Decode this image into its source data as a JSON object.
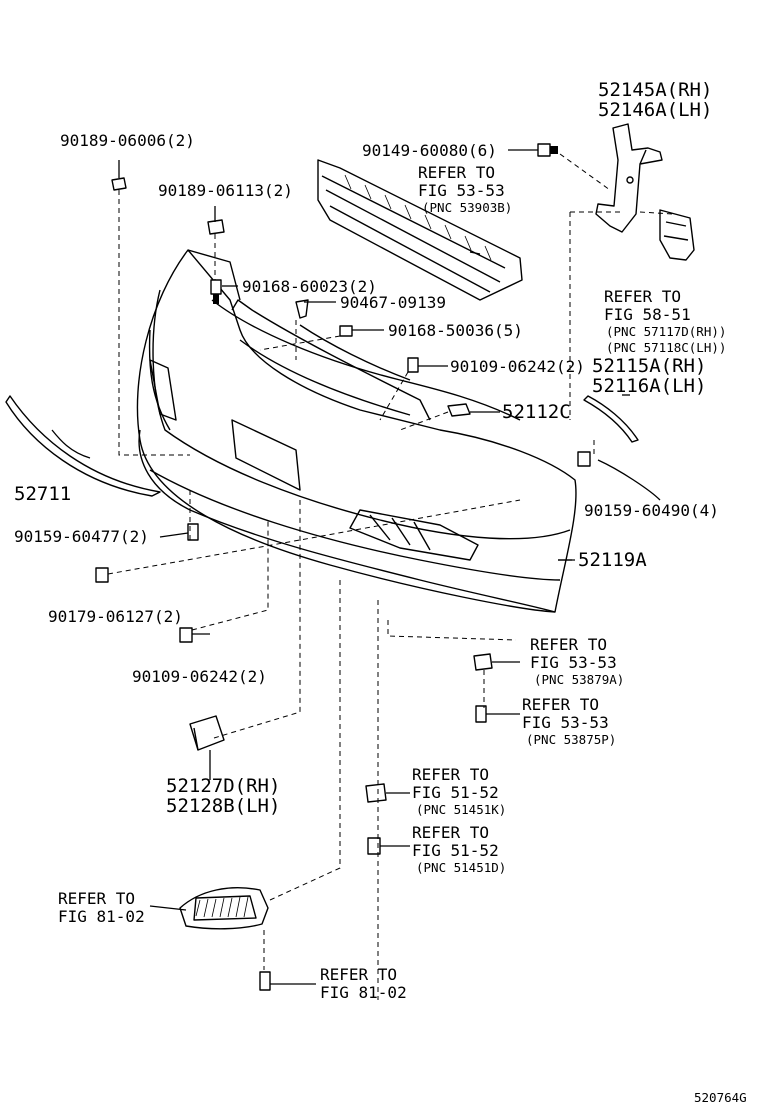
{
  "labels": {
    "p52145a": "52145A(RH)",
    "p52146a": "52146A(LH)",
    "p90149": "90149-60080(6)",
    "p90189_06006": "90189-06006(2)",
    "ref5353a_1": "REFER TO",
    "ref5353a_2": "FIG 53-53",
    "ref5353a_3": "(PNC 53903B)",
    "p90189_06113": "90189-06113(2)",
    "p90168_60023": "90168-60023(2)",
    "p90467": "90467-09139",
    "p90168_50036": "90168-50036(5)",
    "ref5851_1": "REFER TO",
    "ref5851_2": "FIG 58-51",
    "ref5851_3": "(PNC 57117D(RH))",
    "ref5851_4": "(PNC 57118C(LH))",
    "p90109_a": "90109-06242(2)",
    "p52115a": "52115A(RH)",
    "p52116a": "52116A(LH)",
    "p52112c": "52112C",
    "p52711": "52711",
    "p90159_60490": "90159-60490(4)",
    "p90159_60477": "90159-60477(2)",
    "p52119a": "52119A",
    "p90179": "90179-06127(2)",
    "ref5353b_1": "REFER TO",
    "ref5353b_2": "FIG 53-53",
    "ref5353b_3": "(PNC 53879A)",
    "p90109_b": "90109-06242(2)",
    "ref5353c_1": "REFER TO",
    "ref5353c_2": "FIG 53-53",
    "ref5353c_3": "(PNC 53875P)",
    "p52127d": "52127D(RH)",
    "p52128b": "52128B(LH)",
    "ref5152a_1": "REFER TO",
    "ref5152a_2": "FIG 51-52",
    "ref5152a_3": "(PNC 51451K)",
    "ref5152b_1": "REFER TO",
    "ref5152b_2": "FIG 51-52",
    "ref5152b_3": "(PNC 51451D)",
    "ref8102a_1": "REFER TO",
    "ref8102a_2": "FIG 81-02",
    "ref8102b_1": "REFER TO",
    "ref8102b_2": "FIG 81-02",
    "figure_code": "520764G"
  }
}
